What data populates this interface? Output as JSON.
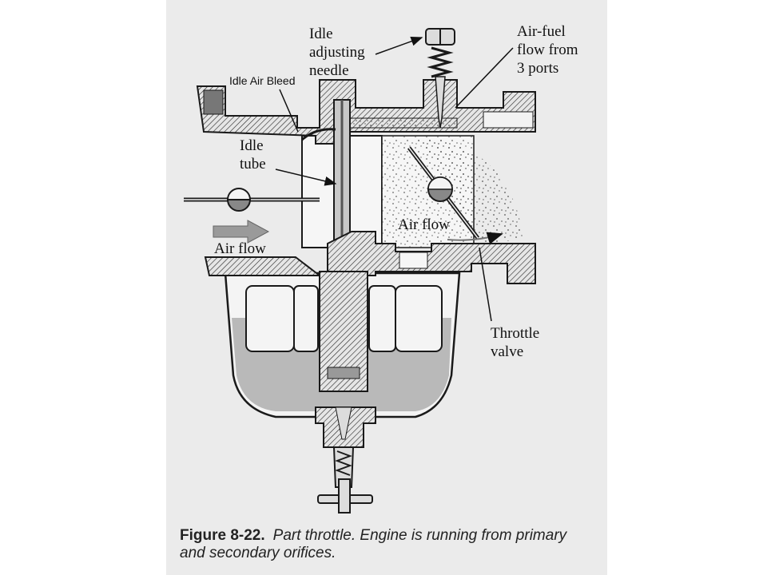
{
  "labels": {
    "idle_needle": [
      "Idle",
      "adjusting",
      "needle"
    ],
    "air_fuel": [
      "Air-fuel",
      "flow from",
      "3 ports"
    ],
    "idle_air_bleed": "Idle Air Bleed",
    "idle_tube": [
      "Idle",
      "tube"
    ],
    "air_flow_left": "Air flow",
    "air_flow_right": "Air flow",
    "throttle_valve": [
      "Throttle",
      "valve"
    ]
  },
  "caption": {
    "figure": "Figure 8-22.",
    "text": "Part throttle. Engine is running from primary and secondary orifices."
  },
  "colors": {
    "fuel": "#b9b9b9",
    "metal": "#dcdcdc",
    "outline": "#1a1a1a",
    "paper": "#ebebeb"
  }
}
